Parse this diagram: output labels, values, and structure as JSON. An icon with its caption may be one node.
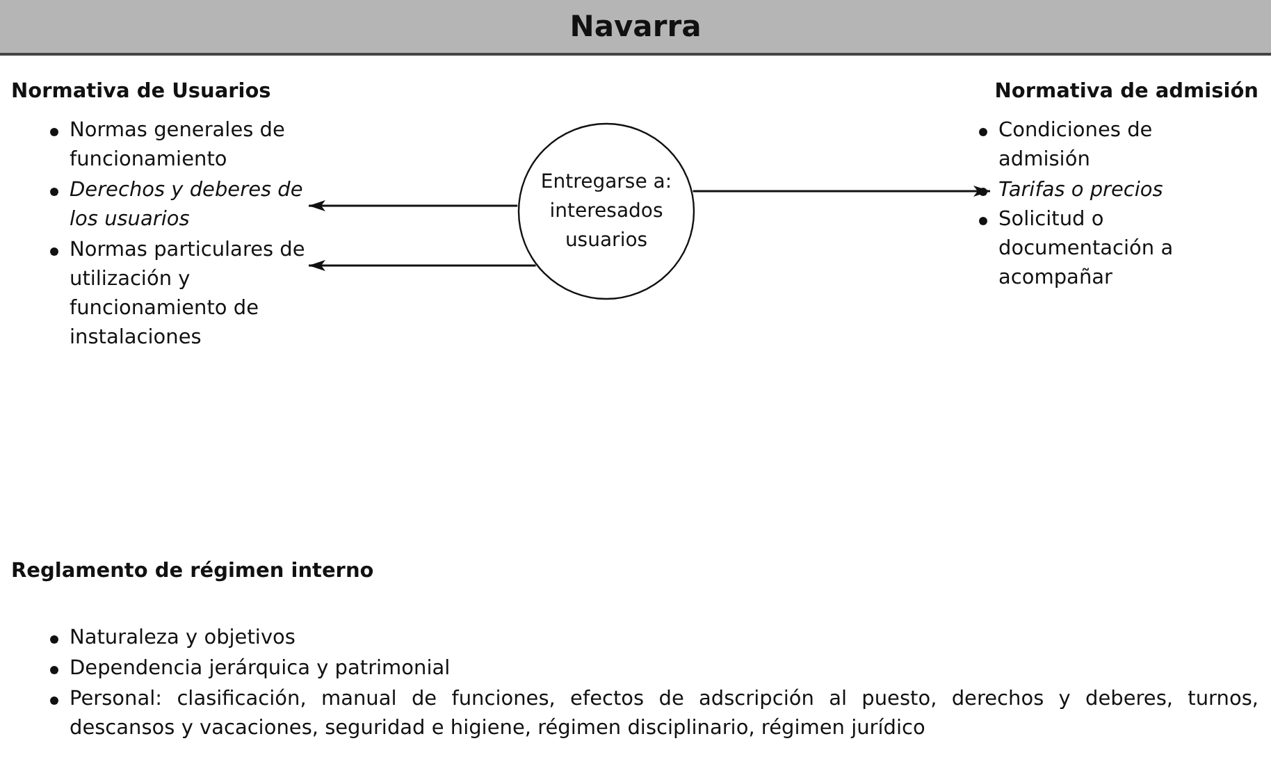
{
  "diagram": {
    "title": "Navarra",
    "nodes": [
      {
        "text": [
          "Normas generales de funcionamiento"
        ]
      },
      {
        "text": [
          "Derechos y deberes de los usuarios"
        ]
      },
      {
        "text": [
          "Normas particulares de utilización y funcionamiento de instalaciones"
        ]
      },
      {
        "text": [
          "Entregarse a: interesados usuarios"
        ]
      },
      {
        "text": [
          "Condiciones de admisión"
        ]
      },
      {
        "text": [
          "Tarifas o precios"
        ]
      },
      {
        "text": [
          "Solicitud o documentación a acompañar"
        ]
      }
    ],
    "edges": [
      {
        "from": 3,
        "to": 1,
        "arrow": "to"
      },
      {
        "from": 3,
        "to": 2,
        "arrow": "to"
      },
      {
        "from": 3,
        "to": 5,
        "arrow": "to"
      }
    ],
    "labels": [
      "Normativa de Usuarios",
      "Normativa de admisión",
      "Reglamento de régimen interno",
      "Naturaleza y objetivos",
      "Dependencia jerárquica y patrimonial",
      "Personal: clasificación, manual de funciones, efectos de adscripción al puesto, derechos y deberes, turnos, descansos y vacaciones, seguridad e higiene, régimen disciplinario, régimen jurídico"
    ]
  }
}
